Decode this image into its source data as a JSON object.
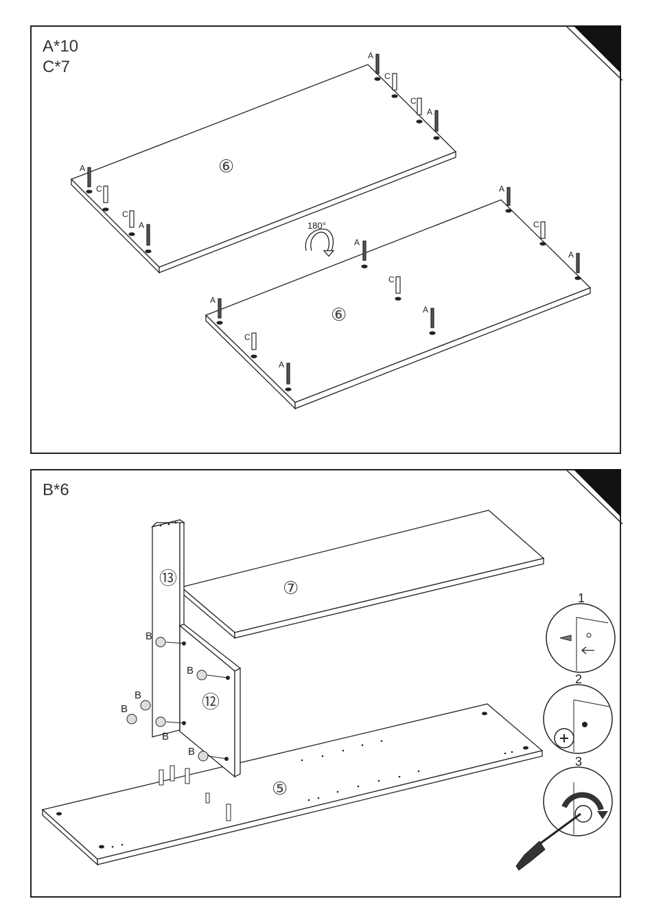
{
  "panel_top": {
    "quantities": [
      "A*10",
      "C*7"
    ],
    "rotation_label": "180°",
    "part_top_board": "⑥",
    "part_bottom_board": "⑥",
    "letter_a": "A",
    "letter_c": "C"
  },
  "panel_bottom": {
    "quantities": [
      "B*6"
    ],
    "part_side": "⑬",
    "part_shelf": "⑦",
    "part_divider": "⑫",
    "part_base": "⑤",
    "letter_b": "B",
    "steps": [
      "1",
      "2",
      "3"
    ]
  }
}
